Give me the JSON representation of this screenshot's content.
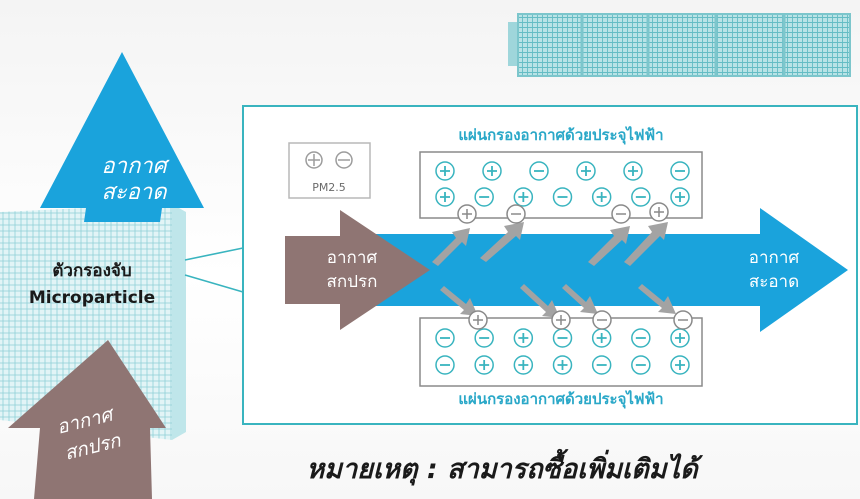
{
  "clean_air_top": [
    "อากาศ",
    "สะอาด"
  ],
  "dirty_air_bottom": [
    "อากาศ",
    "สกปรก"
  ],
  "filter_label": [
    "ตัวกรองจับ",
    "Microparticle"
  ],
  "pm_label": "PM2.5",
  "plate_title_top": "แผ่นกรองอากาศด้วยประจุไฟฟ้า",
  "plate_title_bottom": "แผ่นกรองอากาศด้วยประจุไฟฟ้า",
  "dirty_air_main": [
    "อากาศ",
    "สกปรก"
  ],
  "clean_air_main": [
    "อากาศ",
    "สะอาด"
  ],
  "footnote": "หมายเหตุ : สามารถซื้อเพิ่มเติมได้",
  "plate_top_rows": [
    [
      "+",
      "+",
      "−",
      "+",
      "+",
      "−"
    ],
    [
      "+",
      "−",
      "+",
      "−",
      "+",
      "−",
      "+"
    ]
  ],
  "plate_bottom_rows": [
    [
      "−",
      "−",
      "+",
      "−",
      "+",
      "−",
      "+"
    ],
    [
      "−",
      "+",
      "+",
      "+",
      "−",
      "−",
      "+"
    ]
  ],
  "colors": {
    "teal": "#39b4bf",
    "blue": "#1aa3dc",
    "brown": "#8f7573",
    "arrow_gray": "#9a9a9a"
  }
}
